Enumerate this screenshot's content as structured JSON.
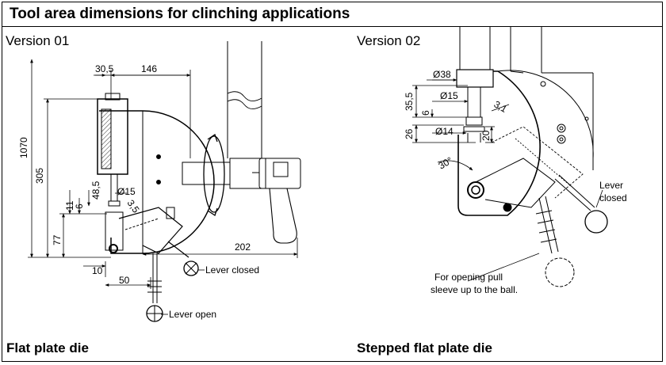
{
  "title": "Tool area dimensions for clinching applications",
  "version_left": {
    "label": "Version 01",
    "caption": "Flat plate die",
    "dims": {
      "d30_5": "30,5",
      "d146": "146",
      "d1070": "1070",
      "d305": "305",
      "d48_5": "48,5",
      "d15": "Ø15",
      "d11": "11",
      "d6": "6",
      "d3_5": "3,5",
      "d77": "77",
      "d10": "10",
      "d50": "50",
      "d202": "202"
    },
    "lever_closed": "Lever closed",
    "lever_open": "Lever open"
  },
  "version_right": {
    "label": "Version 02",
    "caption": "Stepped flat plate die",
    "dims": {
      "d38": "Ø38",
      "d35_5": "35,5",
      "d15": "Ø15",
      "d6": "6",
      "d3_1": "3,1",
      "d26": "26",
      "d14": "Ø14",
      "d20": "20",
      "d30deg": "30°"
    },
    "lever_closed_l1": "Lever",
    "lever_closed_l2": "closed",
    "note_l1": "For opening pull",
    "note_l2": "sleeve up to the ball."
  }
}
